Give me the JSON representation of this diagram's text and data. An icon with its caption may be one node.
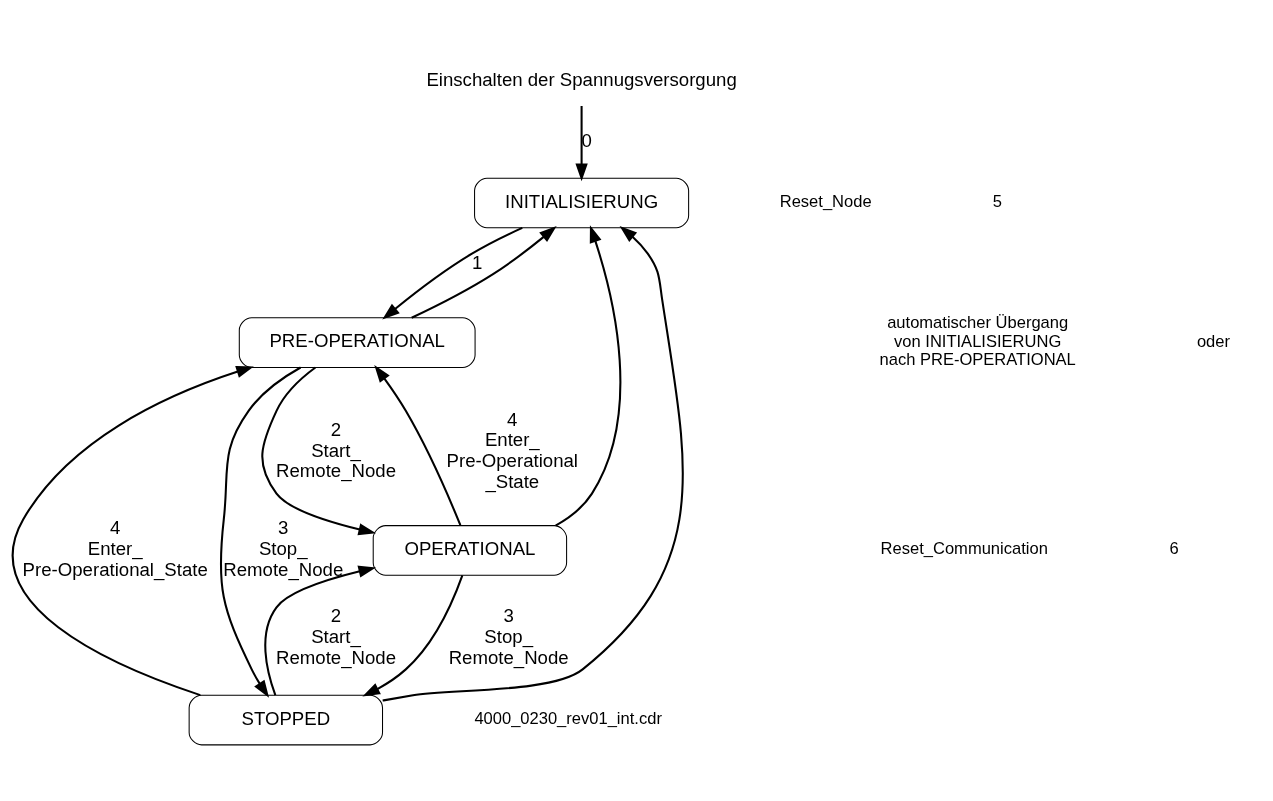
{
  "diagram": {
    "nodes": [
      {
        "text": [
          "INITIALISIERUNG"
        ]
      },
      {
        "text": [
          "PRE-OPERATIONAL"
        ]
      },
      {
        "text": [
          "STOPPED"
        ]
      },
      {
        "text": [
          "OPERATIONAL"
        ]
      },
      {
        "text": [
          "Einschalten der Spannugsversorgung"
        ]
      }
    ],
    "edges": [
      {
        "from": 4,
        "to": 0,
        "arrow": "to",
        "label": "0"
      },
      {
        "from": 0,
        "to": 1,
        "arrow": "to",
        "label": "1"
      },
      {
        "from": 1,
        "to": 0,
        "arrow": "to"
      },
      {
        "from": 2,
        "to": 0,
        "arrow": "to"
      },
      {
        "from": 3,
        "to": 0,
        "arrow": "to"
      },
      {
        "from": 1,
        "to": 3,
        "arrow": "to",
        "label": "2 Start_ Remote_Node"
      },
      {
        "from": 3,
        "to": 1,
        "arrow": "to",
        "label": "4 Enter_ Pre-Operational _State"
      },
      {
        "from": 1,
        "to": 2,
        "arrow": "to",
        "label": "3 Stop_ Remote_Node"
      },
      {
        "from": 2,
        "to": 1,
        "arrow": "to",
        "label": "4 Enter_ Pre-Operational_State"
      },
      {
        "from": 2,
        "to": 3,
        "arrow": "to",
        "label": "2 Start_ Remote_Node"
      },
      {
        "from": 3,
        "to": 2,
        "arrow": "to",
        "label": "3 Stop_ Remote_Node"
      }
    ],
    "labels": [
      "automatischer Übergang von INITIALISIERUNG nach PRE-OPERATIONAL",
      "Reset_Node",
      "5",
      "oder",
      "Reset_Communication",
      "6",
      "4000_0230_rev01_int.cdr"
    ]
  }
}
